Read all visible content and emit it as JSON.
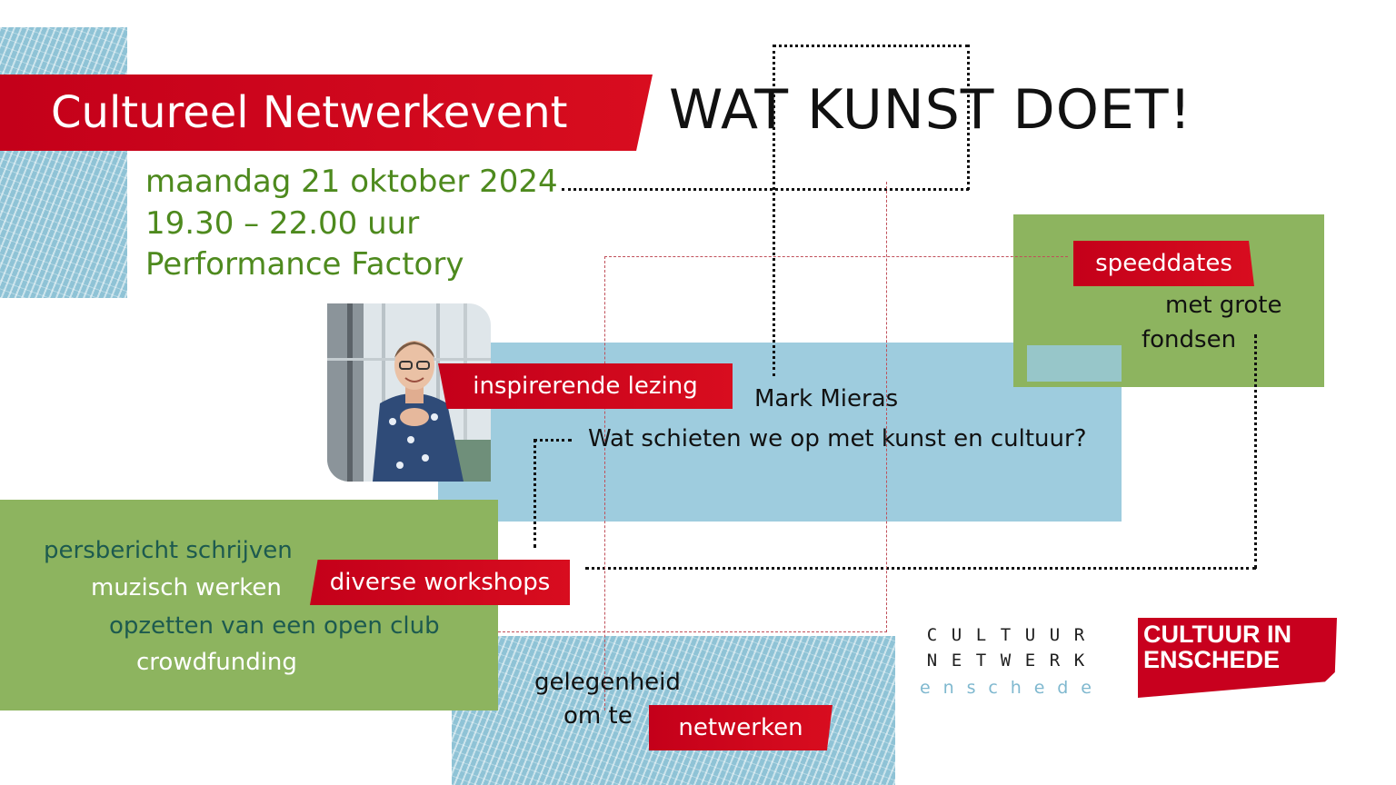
{
  "header": {
    "event_label": "Cultureel Netwerkevent",
    "title": "WAT KUNST DOET!"
  },
  "details": {
    "date": "maandag 21 oktober 2024",
    "time": "19.30 – 22.00 uur",
    "venue": "Performance Factory"
  },
  "lecture": {
    "tag": "inspirerende lezing",
    "speaker": "Mark Mieras",
    "topic": "Wat schieten we op met kunst en cultuur?"
  },
  "speeddates": {
    "tag": "speeddates",
    "line1": "met grote",
    "line2": "fondsen"
  },
  "workshops": {
    "tag": "diverse workshops",
    "items": [
      "persbericht schrijven",
      "muzisch werken",
      "opzetten van een open club",
      "crowdfunding"
    ]
  },
  "networking": {
    "line1": "gelegenheid",
    "line2": "om te",
    "tag": "netwerken"
  },
  "logos": {
    "cultuurnetwerk_row1": [
      "C",
      "U",
      "L",
      "T",
      "U",
      "U",
      "R"
    ],
    "cultuurnetwerk_row2": [
      "N",
      "E",
      "T",
      "W",
      "E",
      "R",
      "K"
    ],
    "cultuurnetwerk_row3": [
      "e",
      "n",
      "s",
      "c",
      "h",
      "e",
      "d",
      "e"
    ],
    "cultuur_in_enschede_line1": "CULTUUR IN",
    "cultuur_in_enschede_line2": "ENSCHEDE"
  },
  "colors": {
    "red": "#c8001e",
    "green_text": "#4e8a1e",
    "teal_text": "#1d5a4f",
    "paint_blue": "#8fc3d6",
    "paint_green": "#8db45f"
  }
}
